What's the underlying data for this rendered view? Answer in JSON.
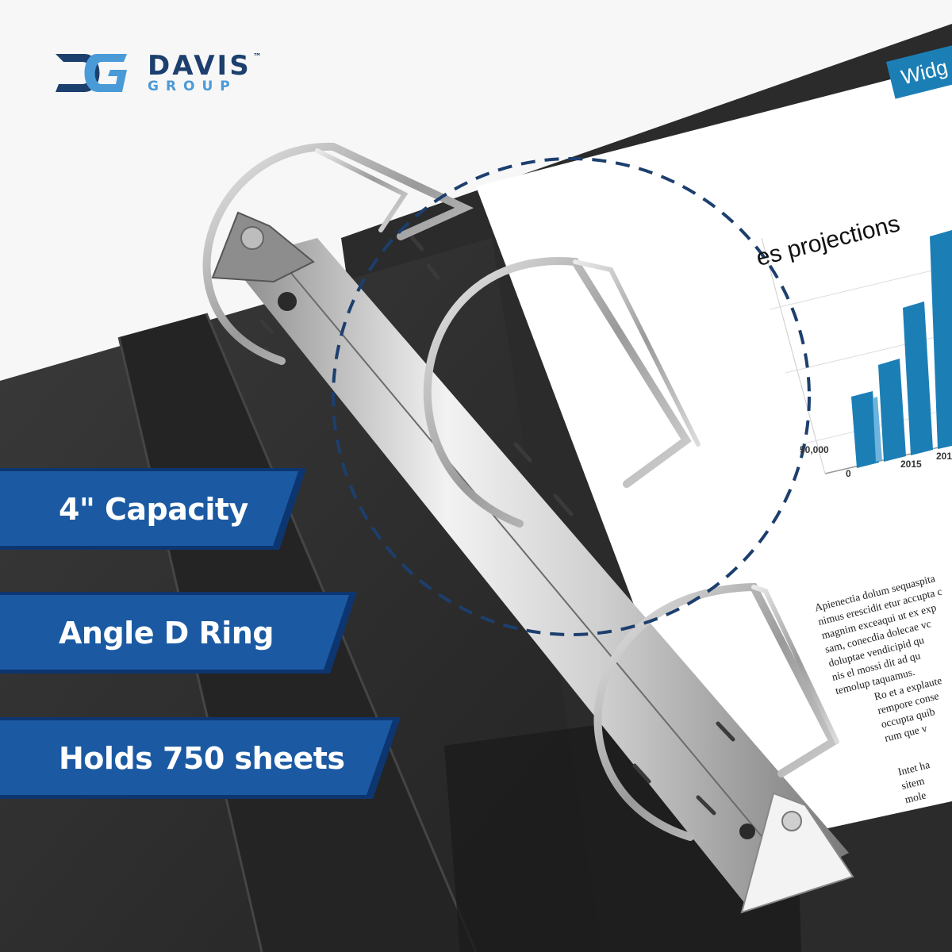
{
  "brand": {
    "name": "DAVIS",
    "trademark": "™",
    "subline": "GROUP",
    "logo_mark": "dg-monogram-logo",
    "colors": {
      "dark": "#1c3f6e",
      "light": "#4a9ad8"
    }
  },
  "features": [
    {
      "label": "4\" Capacity"
    },
    {
      "label": "Angle D Ring"
    },
    {
      "label": "Holds 750 sheets"
    }
  ],
  "accent_colors": {
    "banner": "#1b5aa3",
    "banner_dark": "#0d3670",
    "chart_bar": "#1b7fb6"
  },
  "document": {
    "tab_text": "Widg",
    "title": "es projections",
    "axis": {
      "y_tick": "50,000",
      "zero": "0",
      "year1": "2015",
      "year2": "201"
    },
    "paragraph1": [
      "Apienectia dolum sequaspita",
      "nimus erescidit etur accupta c",
      "magnim exceaqui ut ex exp",
      "sam, conecdia dolecae vc",
      "doluptae vendicipid qu",
      "nis el mossi dit ad qu",
      "temolup taquamus."
    ],
    "paragraph2": [
      "Ro et a explaute",
      "rempore conse",
      "occupta quib",
      "rum que v"
    ],
    "paragraph3": [
      "Intet ha",
      "sitem",
      "mole"
    ]
  }
}
